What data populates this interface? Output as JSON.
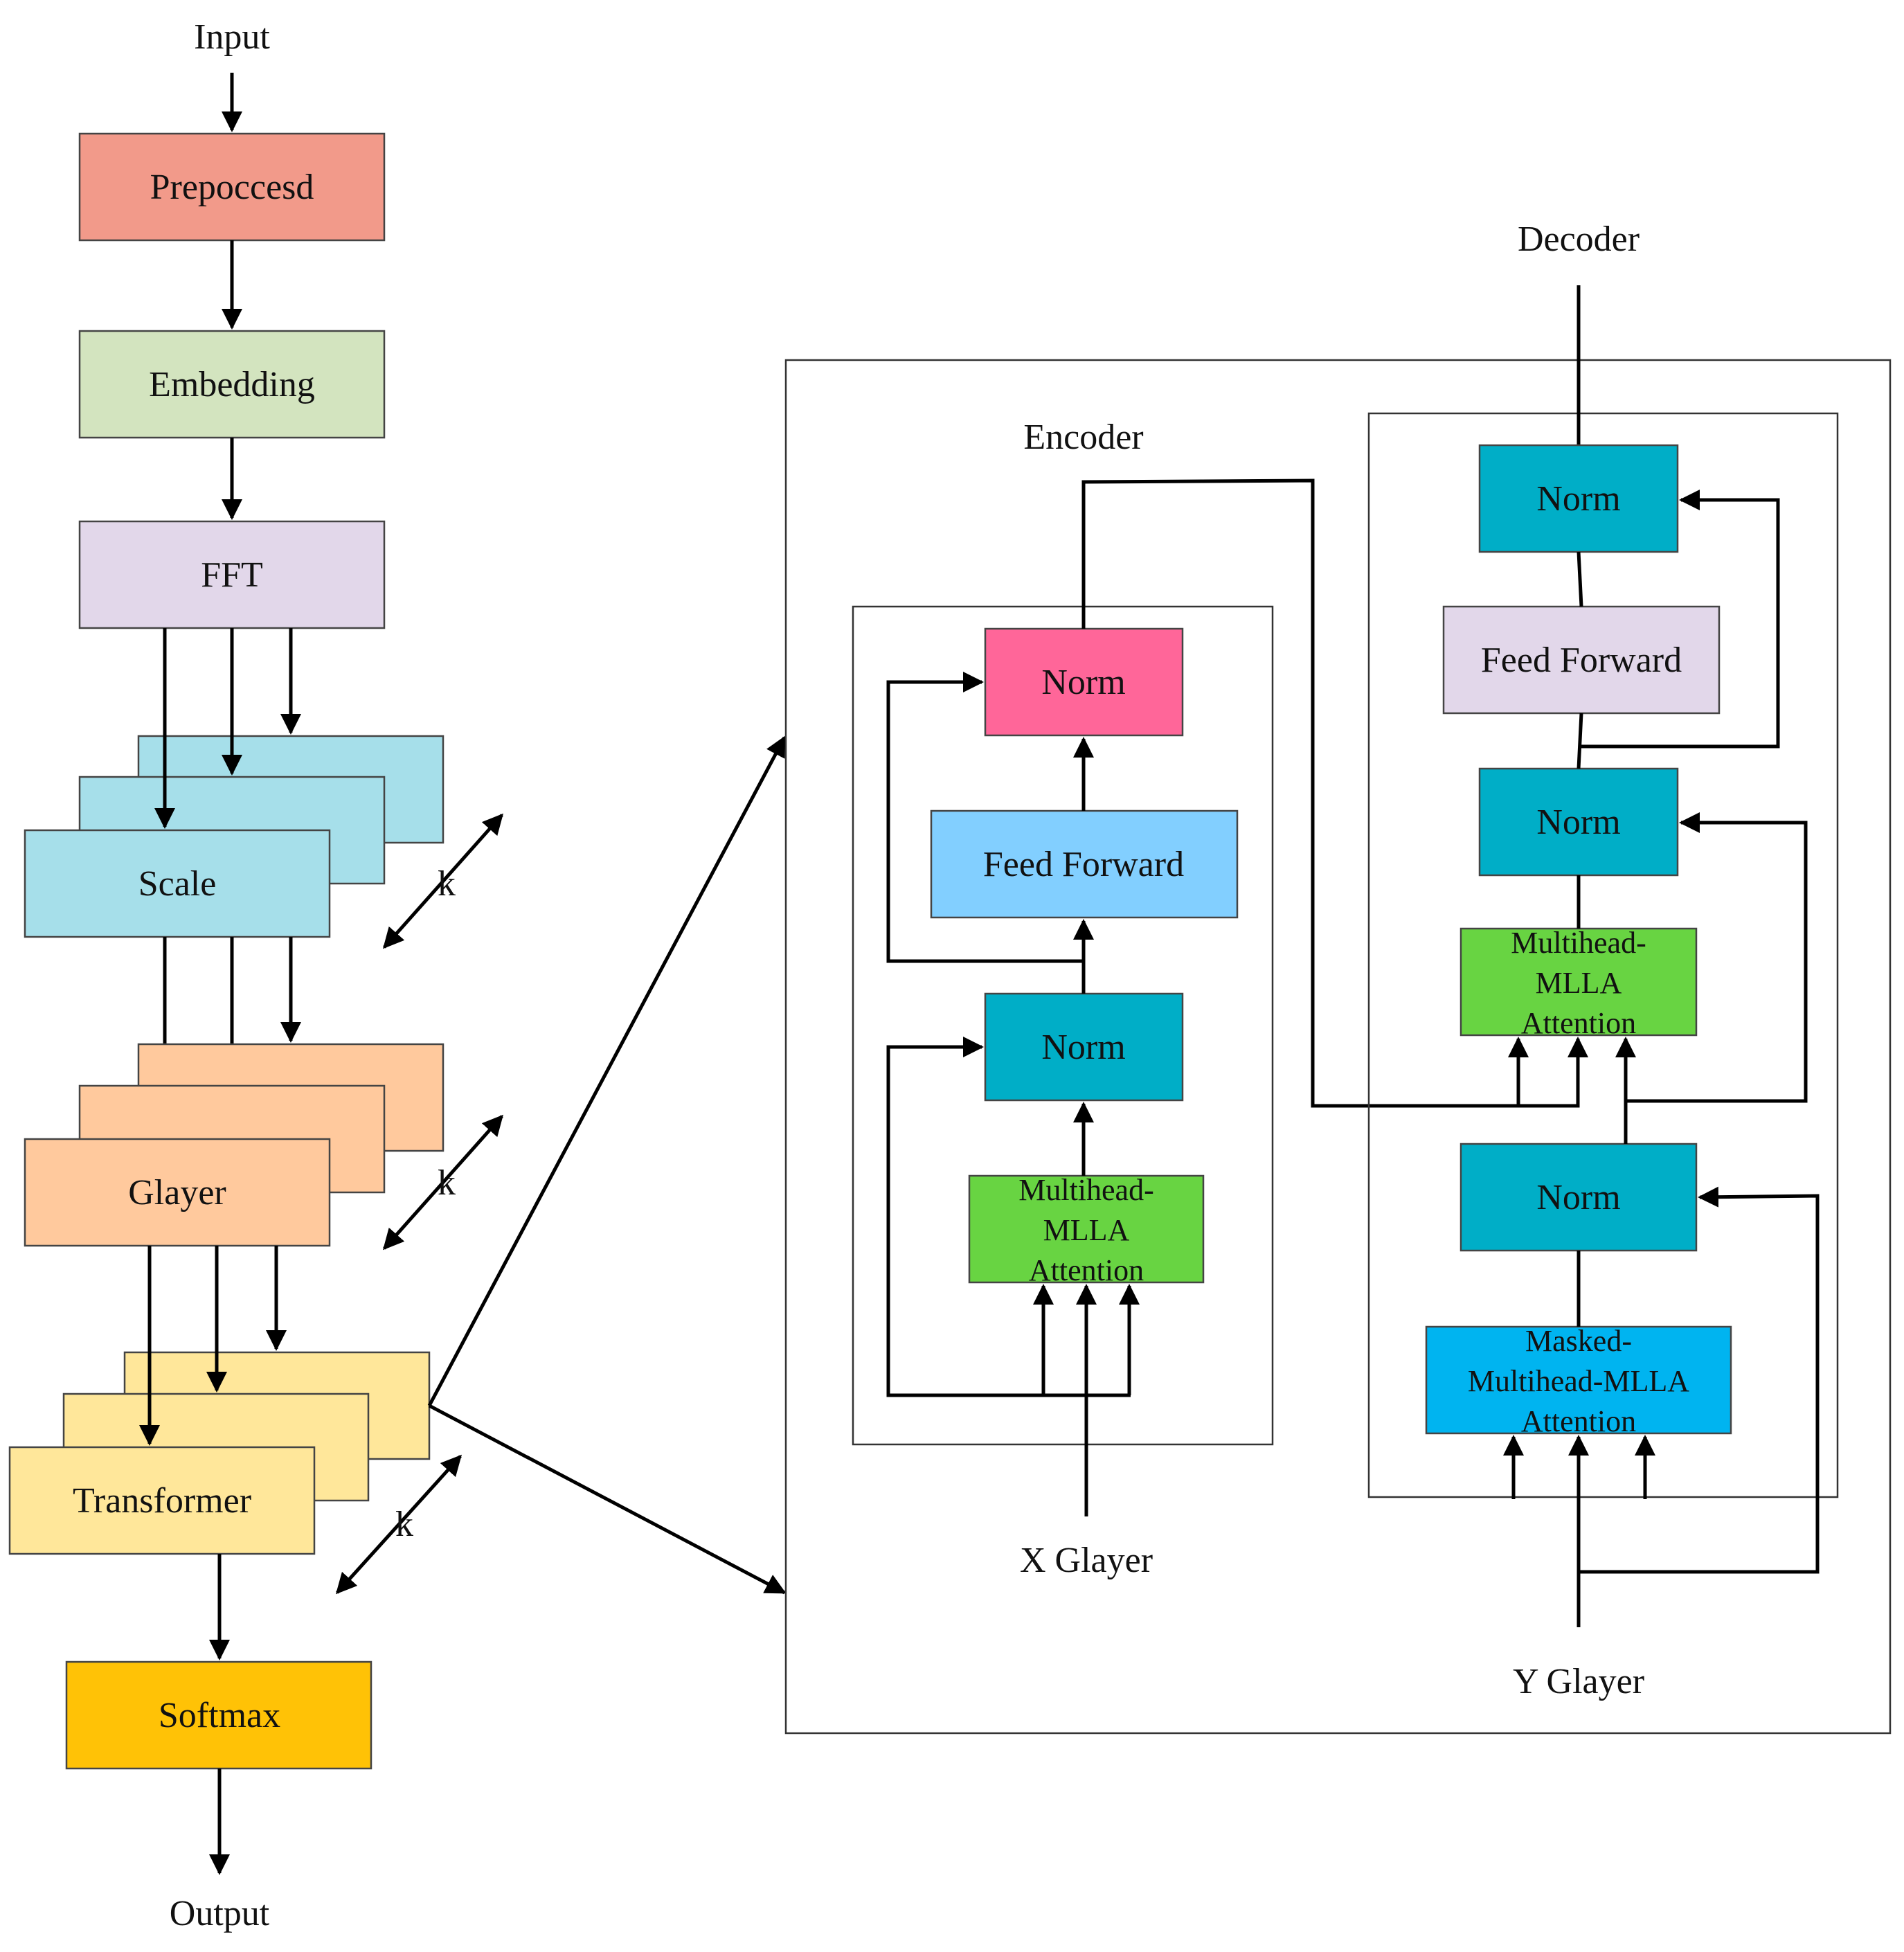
{
  "colors": {
    "preprocess": "#F29A8A",
    "embedding": "#D3E4BF",
    "fft": "#E2D7EA",
    "scale": "#A6DFEA",
    "glayer": "#FFC99D",
    "transformer": "#FFE79A",
    "softmax": "#FFC206",
    "enc_norm_top": "#FF6699",
    "feed_forward_enc": "#82CFFF",
    "norm_teal": "#00AEC7",
    "attention_green": "#68D442",
    "feed_forward_dec": "#E2D7EA",
    "masked_attention": "#00B4F0"
  },
  "pipeline": {
    "input_label": "Input",
    "preprocess": "Prepoccesd",
    "embedding": "Embedding",
    "fft": "FFT",
    "scale": "Scale",
    "glayer": "Glayer",
    "transformer": "Transformer",
    "softmax": "Softmax",
    "output_label": "Output",
    "k_label": "k"
  },
  "encoder": {
    "title": "Encoder",
    "norm_top": "Norm",
    "feed_forward": "Feed Forward",
    "norm_bottom": "Norm",
    "attention_lines": [
      "Multihead-",
      "MLLA",
      "Attention"
    ],
    "input_label": "X Glayer"
  },
  "decoder": {
    "title": "Decoder",
    "norm_top": "Norm",
    "feed_forward": "Feed Forward",
    "norm_mid": "Norm",
    "attention_lines": [
      "Multihead-",
      "MLLA",
      "Attention"
    ],
    "norm_low": "Norm",
    "masked_lines": [
      "Masked-",
      "Multihead-MLLA",
      "Attention"
    ],
    "input_label": "Y Glayer"
  }
}
